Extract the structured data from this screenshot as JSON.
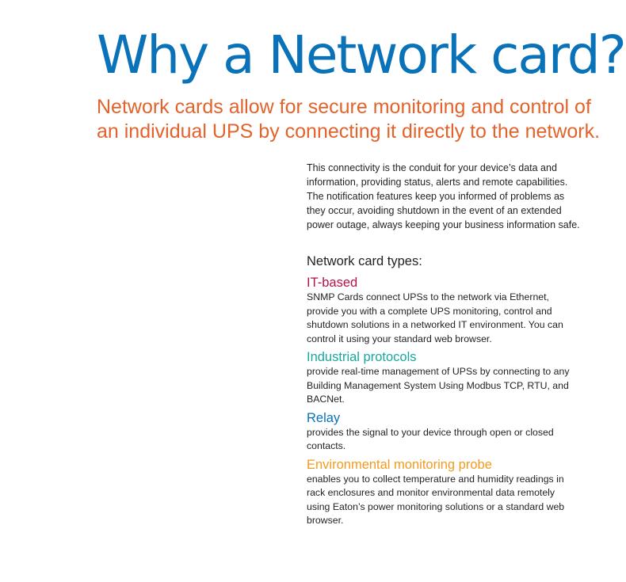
{
  "header": {
    "title": "Why a Network card?",
    "subtitle": "Network cards allow for secure monitoring and control of an individual UPS by connecting it directly to the network."
  },
  "intro": {
    "text": "This connectivity is the conduit for your device’s data and information, providing status, alerts and remote capabilities. The notification features keep you informed of problems as they occur, avoiding shutdown in the event of an extended power outage, always keeping your business information safe."
  },
  "types": {
    "heading": "Network card types:",
    "items": [
      {
        "title": "IT-based",
        "color": "#b2124a",
        "description": "SNMP Cards connect UPSs to the network via Ethernet, provide you with a complete UPS monitoring, control and shutdown solutions in a networked IT environment. You can control it using your standard web browser."
      },
      {
        "title": "Industrial protocols",
        "color": "#17a8a0",
        "description": "provide real-time management of UPSs by connecting to any Building Management System Using Modbus TCP, RTU, and BACNet."
      },
      {
        "title": "Relay",
        "color": "#0a72b8",
        "description": "provides the signal to your device through open or closed contacts."
      },
      {
        "title": "Environmental monitoring probe",
        "color": "#f39a1e",
        "description": "enables you to collect temperature and humidity readings in rack enclosures and monitor environmental data remotely using Eaton’s power monitoring solutions or a standard web browser."
      }
    ]
  },
  "colors": {
    "title": "#0a72b8",
    "subtitle": "#e2632b",
    "body_text": "#231f20"
  }
}
